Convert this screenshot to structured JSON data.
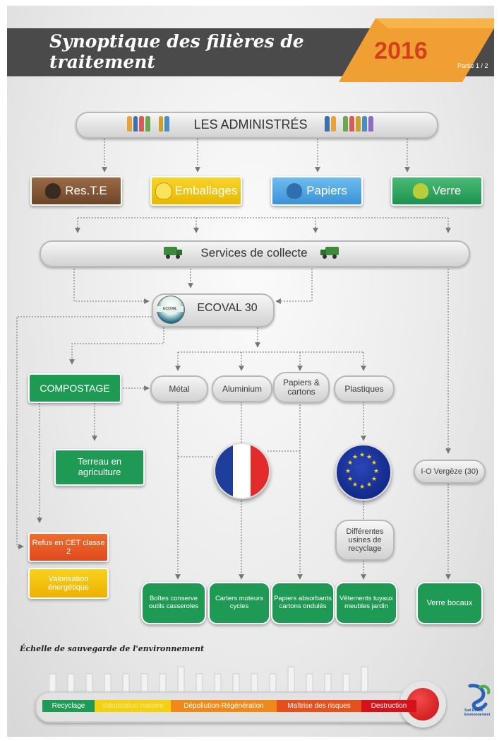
{
  "header": {
    "title": "Synoptique des filières de traitement",
    "year": "2016",
    "part": "Partie 1 / 2"
  },
  "administres": {
    "label": "LES ADMINISTRÉS"
  },
  "bins": [
    {
      "label": "Res.T.E",
      "color": "#8a5a3b"
    },
    {
      "label": "Emballages",
      "color": "#f2c200"
    },
    {
      "label": "Papiers",
      "color": "#4aa3e0"
    },
    {
      "label": "Verre",
      "color": "#2fa560"
    }
  ],
  "collecte": {
    "label": "Services de collecte"
  },
  "ecoval": {
    "label": "ECOVAL 30",
    "logo_text": "ECOVAL"
  },
  "compostage": {
    "label": "COMPOSTAGE"
  },
  "materials": [
    "Métal",
    "Aluminium",
    "Papiers & cartons",
    "Plastiques"
  ],
  "terreau": {
    "label": "Terreau en agriculture"
  },
  "refus": {
    "label": "Refus en CET classe 2"
  },
  "valorisation": {
    "label": "Valorisation énergétique"
  },
  "vergeze": {
    "label": "I-O Vergèze (30)"
  },
  "usines": {
    "label": "Différentes usines de recyclage"
  },
  "outputs": [
    "Boîtes conserve outils casseroles",
    "Carters moteurs cycles",
    "Papiers absorbants cartons ondulés",
    "Vêtements tuyaux meubles jardin",
    "Verre bocaux"
  ],
  "scale": {
    "title": "Échelle de sauvegarde de l'environnement",
    "segments": [
      {
        "label": "Recyclage",
        "color": "#1e9a55"
      },
      {
        "label": "Valorisation matière",
        "color": "#f4d10f"
      },
      {
        "label": "Dépollution-Régénération",
        "color": "#ef8a1a"
      },
      {
        "label": "Maîtrise des risques",
        "color": "#e5501d"
      },
      {
        "label": "Destruction",
        "color": "#d4121b"
      }
    ]
  },
  "logo": {
    "text": "Sud Rhône Environnement"
  }
}
